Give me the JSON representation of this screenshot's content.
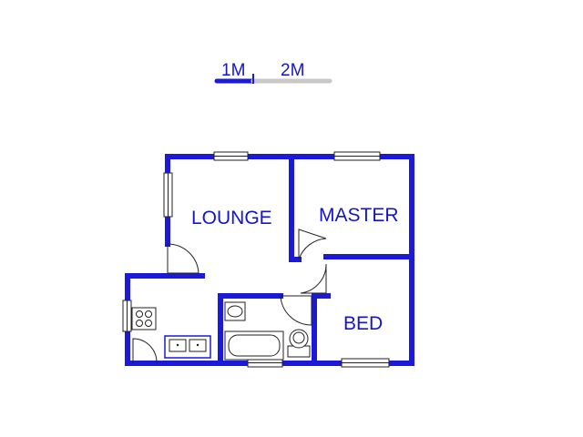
{
  "scale_bar": {
    "label_1": "1M",
    "label_2": "2M",
    "color_primary": "#1a1ad8",
    "color_secondary": "#c8c8c8"
  },
  "rooms": {
    "lounge": "LOUNGE",
    "master": "MASTER",
    "bed": "BED"
  },
  "colors": {
    "wall": "#1a1ad8",
    "label": "#1515c8"
  }
}
